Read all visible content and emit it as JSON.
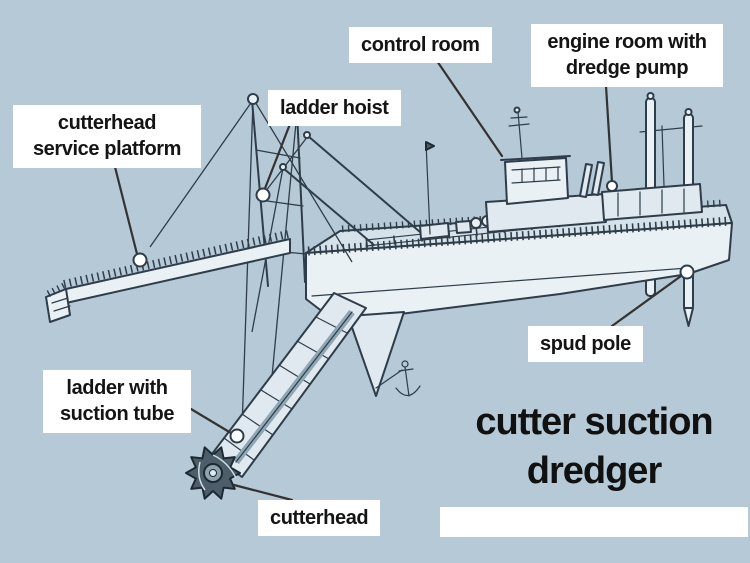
{
  "diagram": {
    "title": "cutter suction\ndredger",
    "labels": {
      "control_room": "control room",
      "engine_room": "engine room with\ndredge pump",
      "ladder_hoist": "ladder hoist",
      "service_platform": "cutterhead\nservice platform",
      "spud_pole": "spud pole",
      "ladder_suction": "ladder with\nsuction tube",
      "cutterhead": "cutterhead"
    },
    "colors": {
      "background": "#b5c9d6",
      "label_background": "#ffffff",
      "label_text": "#141414",
      "outline": "#2e3d49",
      "hull_fill": "#eaf1f5",
      "leader_line": "#333333"
    }
  }
}
